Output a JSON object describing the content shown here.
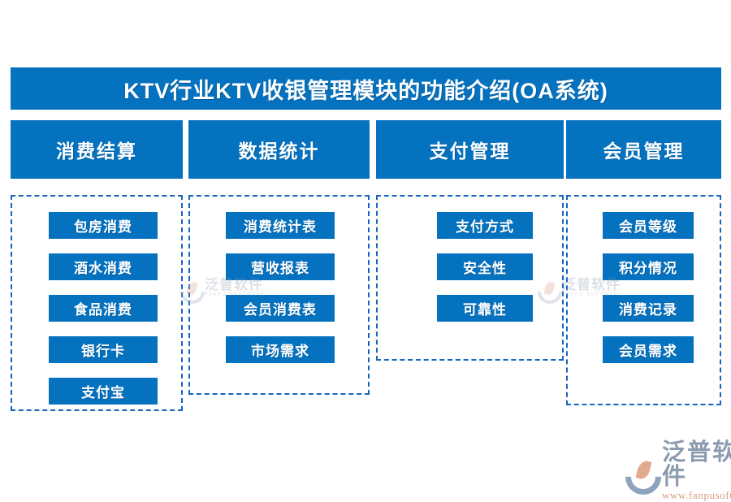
{
  "title": "KTV行业KTV收银管理模块的功能介绍(OA系统)",
  "colors": {
    "primary_blue": "#0572c0",
    "dashed_border": "#1565c0",
    "watermark_grey": "#8d9bb0",
    "logo_orange": "#d89a7e",
    "background": "#ffffff"
  },
  "columns": [
    {
      "header": "消费结算",
      "items": [
        "包房消费",
        "酒水消费",
        "食品消费",
        "银行卡",
        "支付宝"
      ]
    },
    {
      "header": "数据统计",
      "items": [
        "消费统计表",
        "营收报表",
        "会员消费表",
        "市场需求"
      ]
    },
    {
      "header": "支付管理",
      "items": [
        "支付方式",
        "安全性",
        "可靠性"
      ]
    },
    {
      "header": "会员管理",
      "items": [
        "会员等级",
        "积分情况",
        "消费记录",
        "会员需求"
      ]
    }
  ],
  "watermark": {
    "cn": "泛普软件",
    "en": "FANPU SOFTWARE"
  },
  "logo": {
    "cn": "泛普软件",
    "url": "www.fanpusoft.com"
  }
}
